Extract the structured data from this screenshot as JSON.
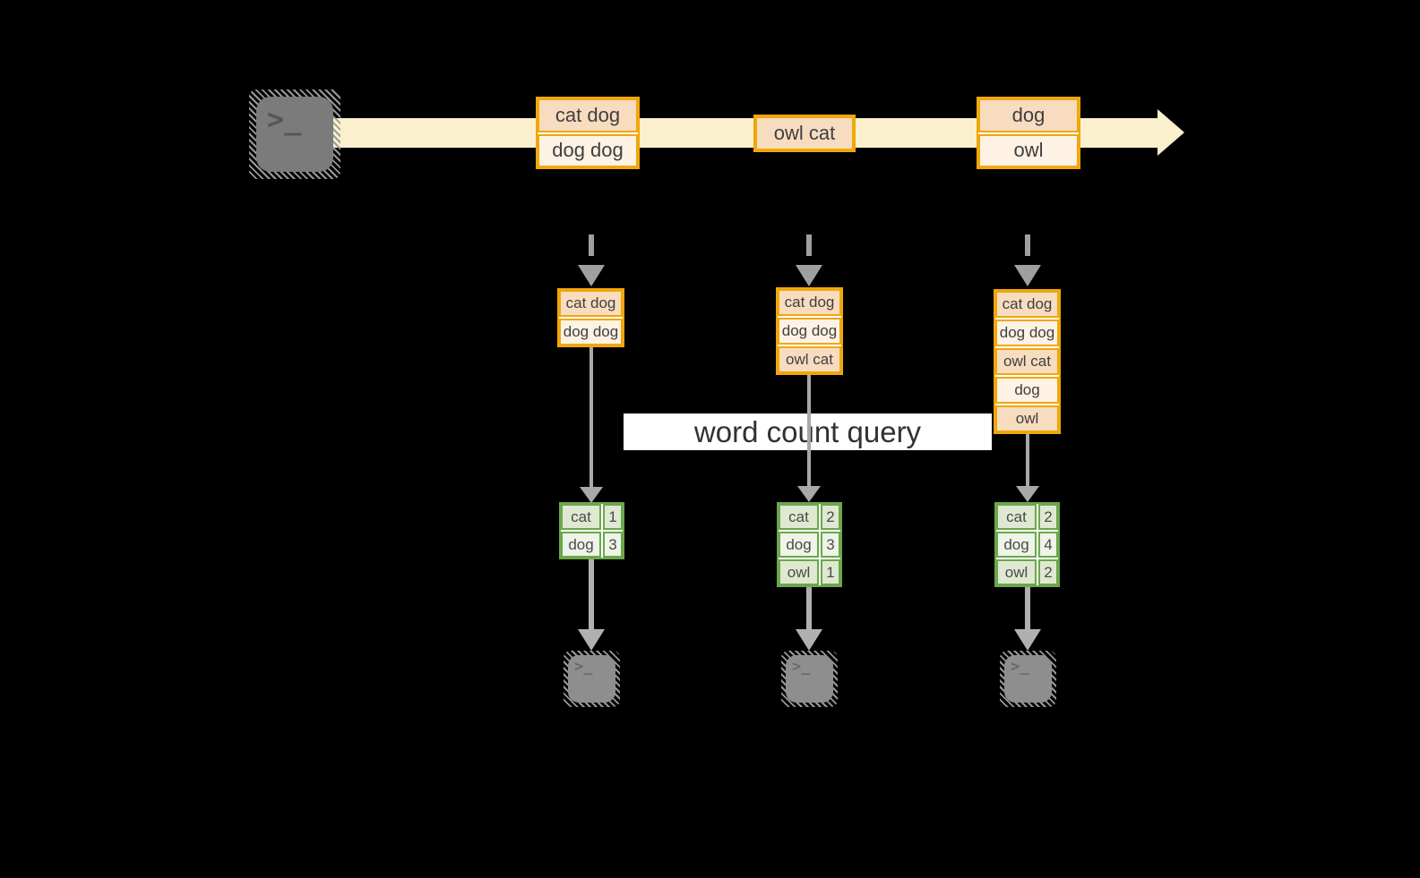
{
  "query": {
    "label": "word count query"
  },
  "icons": {
    "terminal_glyph": ">_"
  },
  "stream": {
    "batches": [
      {
        "lines": [
          "cat dog",
          "dog dog"
        ]
      },
      {
        "lines": [
          "owl cat"
        ]
      },
      {
        "lines": [
          "dog",
          "owl"
        ]
      }
    ]
  },
  "windows": [
    {
      "lines": [
        "cat dog",
        "dog dog"
      ]
    },
    {
      "lines": [
        "cat dog",
        "dog dog",
        "owl cat"
      ]
    },
    {
      "lines": [
        "cat dog",
        "dog dog",
        "owl cat",
        "dog",
        "owl"
      ]
    }
  ],
  "counts": [
    [
      {
        "word": "cat",
        "count": "1"
      },
      {
        "word": "dog",
        "count": "3"
      }
    ],
    [
      {
        "word": "cat",
        "count": "2"
      },
      {
        "word": "dog",
        "count": "3"
      },
      {
        "word": "owl",
        "count": "1"
      }
    ],
    [
      {
        "word": "cat",
        "count": "2"
      },
      {
        "word": "dog",
        "count": "4"
      },
      {
        "word": "owl",
        "count": "2"
      }
    ]
  ],
  "colors": {
    "background": "#000000",
    "timeline_band": "#fbf0cd",
    "orange_border": "#f0a70a",
    "cell_peach": "#f8dcc0",
    "cell_cream": "#fdf2e4",
    "green_border": "#6ba74c",
    "green_row_dark": "#dfe9d2",
    "green_row_light": "#eef4e7",
    "arrow_gray": "#a8a8a8",
    "terminal_gray": "#7b7b7b",
    "text": "#3f3f3f"
  }
}
